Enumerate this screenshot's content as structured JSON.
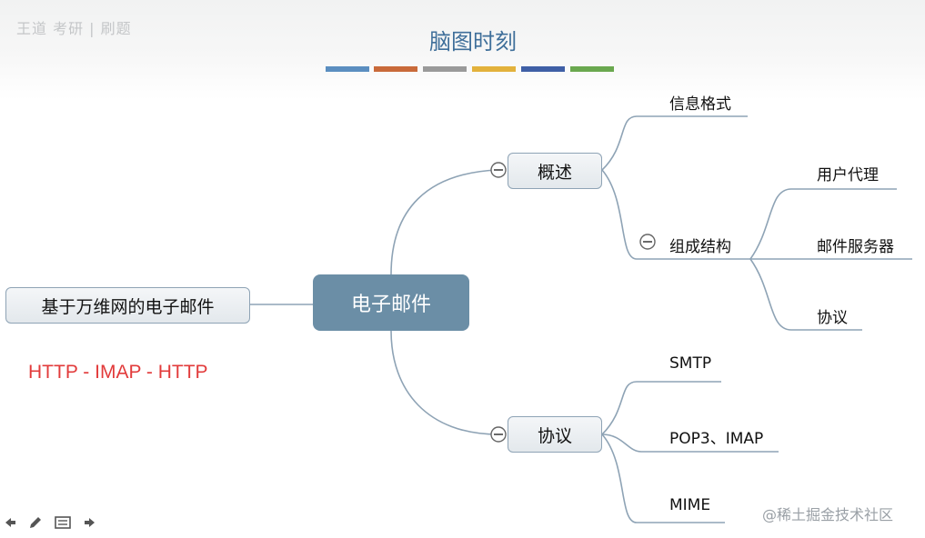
{
  "header": {
    "logo_text": "王道 考研 | 刷题",
    "title": "脑图时刻",
    "color_bars": [
      "#5b8ec0",
      "#c96a3a",
      "#9a9a9a",
      "#e3b23c",
      "#3f5fa6",
      "#6aa84f"
    ]
  },
  "mindmap": {
    "center": "电子邮件",
    "left_node": "基于万维网的电子邮件",
    "overview": {
      "label": "概述",
      "children": [
        "信息格式",
        "组成结构"
      ],
      "composition_children": [
        "用户代理",
        "邮件服务器",
        "协议"
      ]
    },
    "protocols": {
      "label": "协议",
      "children": [
        "SMTP",
        "POP3、IMAP",
        "MIME"
      ]
    }
  },
  "annotation": "HTTP - IMAP - HTTP",
  "watermark": "@稀土掘金技术社区",
  "toolbar": {
    "icons": [
      "arrow-left-icon",
      "pen-icon",
      "menu-icon",
      "arrow-right-icon"
    ]
  }
}
